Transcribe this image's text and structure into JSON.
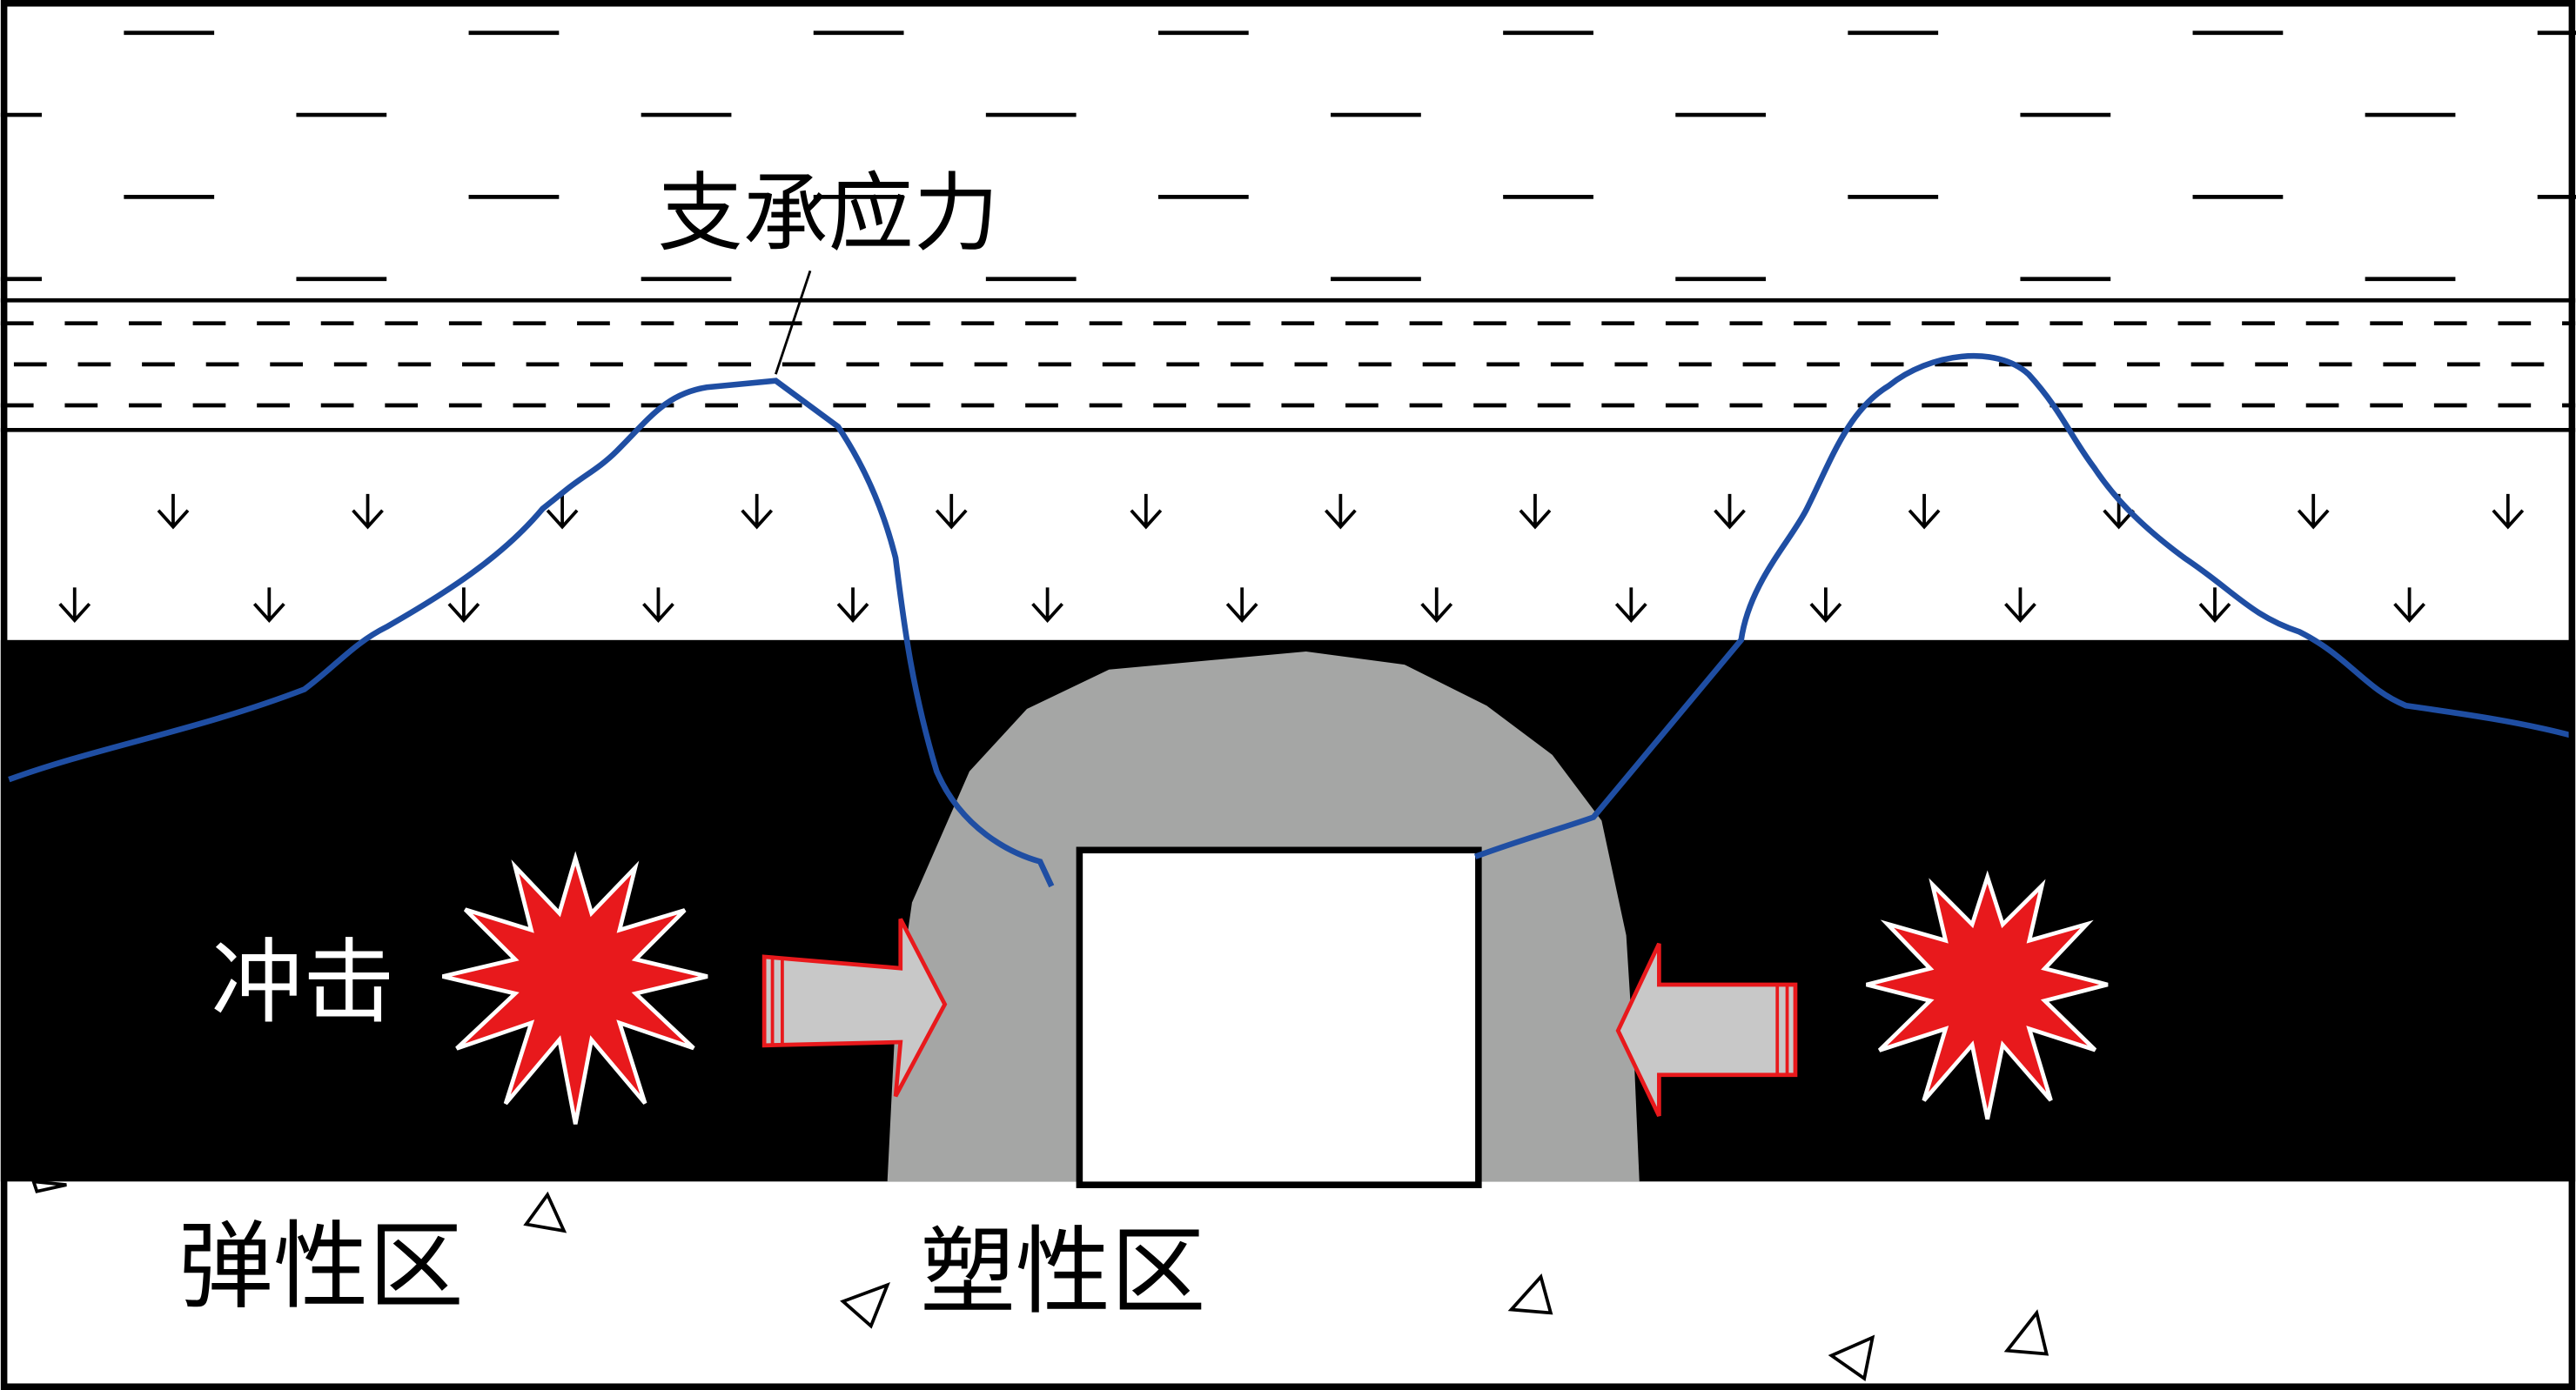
{
  "labels": {
    "bearing_stress": "支承应力",
    "impact": "冲击",
    "elastic_zone": "弹性区",
    "plastic_zone": "塑性区"
  },
  "colors": {
    "stress_curve": "#1f4ea3",
    "burst": "#e8191c",
    "plastic_zone": "#a5a6a5",
    "arrow_fill": "#c8c8c8",
    "coal_seam": "#000000"
  }
}
